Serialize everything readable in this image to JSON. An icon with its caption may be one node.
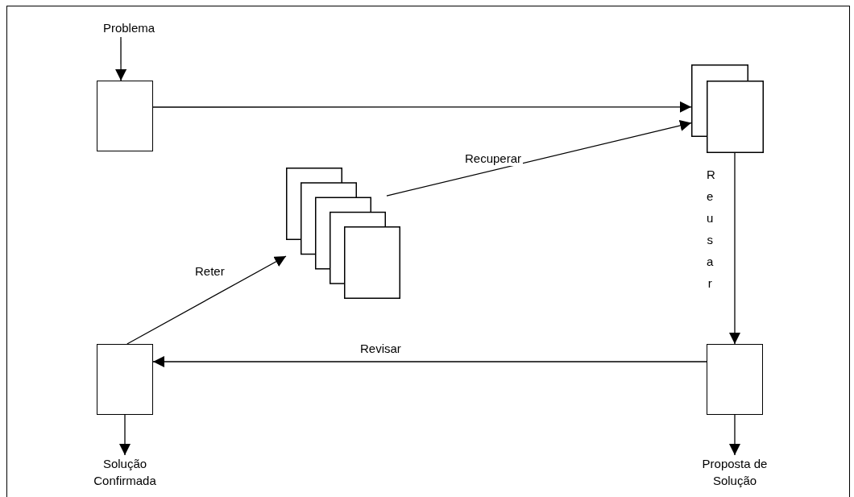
{
  "diagram": {
    "nodes": [
      {
        "text": [
          "Problema"
        ]
      },
      {
        "text": [],
        "shape": "box"
      },
      {
        "text": [],
        "shape": "stack"
      },
      {
        "text": [],
        "shape": "stack"
      },
      {
        "text": [],
        "shape": "box"
      },
      {
        "text": [],
        "shape": "box"
      },
      {
        "text": [
          "Solução Confirmada"
        ]
      },
      {
        "text": [
          "Proposta de Solução"
        ]
      }
    ],
    "edges": [
      {
        "from": 0,
        "to": 1,
        "arrow": "to"
      },
      {
        "from": 1,
        "to": 2,
        "arrow": "to"
      },
      {
        "from": 3,
        "to": 2,
        "arrow": "to",
        "label": "Recuperar"
      },
      {
        "from": 2,
        "to": 5,
        "arrow": "to",
        "label": "Reusar"
      },
      {
        "from": 5,
        "to": 4,
        "arrow": "to",
        "label": "Revisar"
      },
      {
        "from": 4,
        "to": 3,
        "arrow": "to",
        "label": "Reter"
      },
      {
        "from": 4,
        "to": 6,
        "arrow": "to"
      },
      {
        "from": 5,
        "to": 7,
        "arrow": "to"
      }
    ]
  }
}
